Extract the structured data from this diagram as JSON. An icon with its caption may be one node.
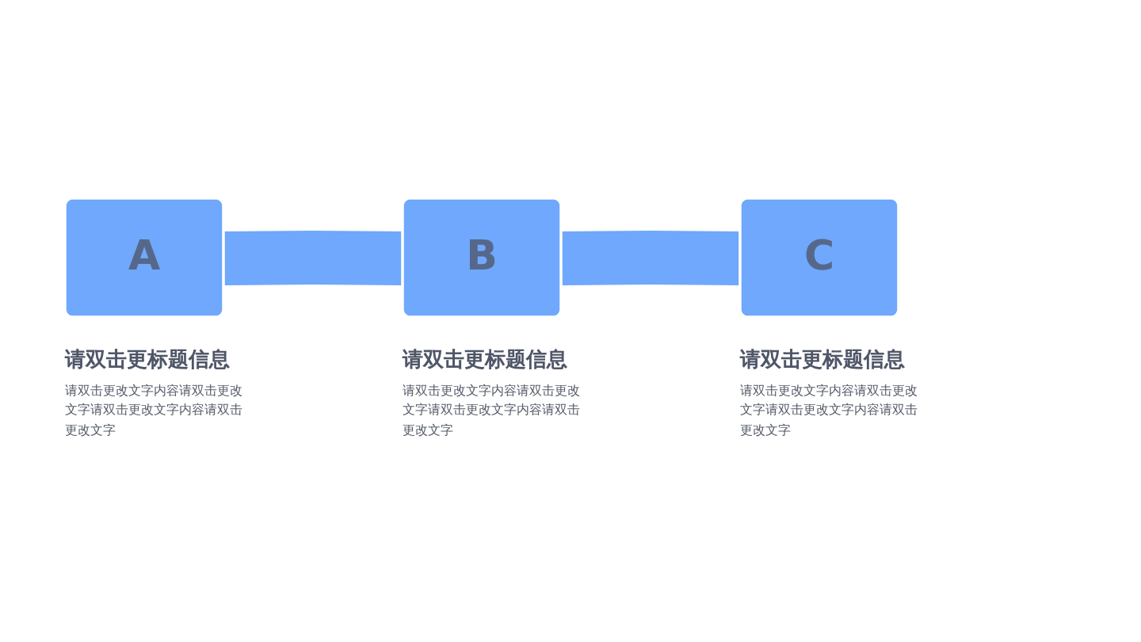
{
  "diagram": {
    "nodes": [
      {
        "text": [
          "A"
        ],
        "beside": [
          "请双击更标题信息",
          "请双击更改文字内容请双击更改文字请双击更改文字内容请双击更改文字"
        ]
      },
      {
        "text": [
          "B"
        ],
        "beside": [
          "请双击更标题信息",
          "请双击更改文字内容请双击更改文字请双击更改文字内容请双击更改文字"
        ]
      },
      {
        "text": [
          "C"
        ],
        "beside": [
          "请双击更标题信息",
          "请双击更改文字内容请双击更改文字请双击更改文字内容请双击更改文字"
        ]
      }
    ],
    "edges": [
      {
        "from": 0,
        "to": 1,
        "arrow": "none"
      },
      {
        "from": 1,
        "to": 2,
        "arrow": "none"
      }
    ]
  }
}
